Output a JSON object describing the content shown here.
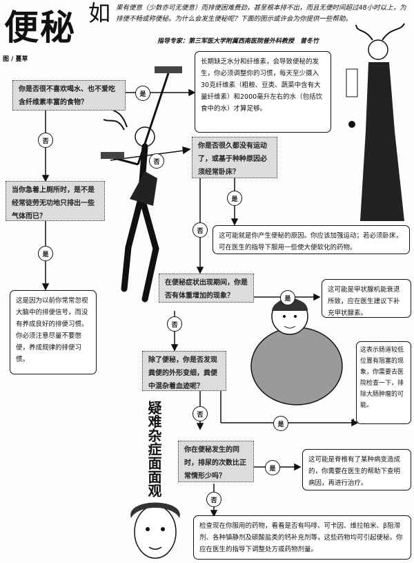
{
  "header": {
    "title": "便秘",
    "credit": "图 / 蔓草",
    "intro_big_char": "如",
    "intro_text": "果有便意（少数亦可无便意）而排便困难费劲，甚至根本排不出，而且无便时间超过48小时以上，为排便不畅或称便秘。为什么会发生便秘呢？下面的图示或许会为你提供一些帮助。",
    "expert": "指导专家：第三军医大学附属西南医院普外科教授　曾冬竹"
  },
  "questions": {
    "q1": "你是否很不喜欢喝水、也不爱吃含纤维素丰富的食物？",
    "q2": "当你急着上厕所时，是不是经常徒劳无功地只排出一些气体而已？",
    "q3": "你是否很久都没有运动了，或基于种种原因必须经常卧床？",
    "q4": "在便秘症状出现期间，你是否有体重增加的现象？",
    "q5": "除了便秘，你是否发现粪便的外形变细，粪便中混杂着血迹呢？",
    "q6": "你在便秘发生的同时，排尿的次数比正常情形少吗？"
  },
  "answers": {
    "a1": "长期缺乏水分和纤维素，会导致便秘的发生，你必须调整你的习惯，每天至少摄入30克纤维素（粗粮、豆类、蔬菜中含有大量纤维素）和2000毫升左右的水（包括饮食中的水）才算足够。",
    "a2": "这是因为以前你常常忽视大脑中的排便信号，而没有养成良好的排便习惯。你必须注意尽量不要憋便，养成规律的排便习惯。",
    "a3": "这可能就是你产生便秘的原因。你应该加强运动；若必须卧床，可在医生的指导下服用一些使大便软化的药物。",
    "a4": "这可能是甲状腺机能衰退所致，应在医生建议下补充甲状腺素。",
    "a5": "这表示肠道较低位置有阻塞的现象，你需要去医院检查一下，排除大肠肿瘤的可能。",
    "a6": "这可能是脊椎有了某种病变造成的，你需要在医生的帮助下查明病因，再进行治疗。",
    "a7": "检查现在你服用的药物，看看是否有吗啡、可卡因、维拉帕米、β阻滞剂、各种镇静剂及碳酸盐类的钙补充剂等，这些药物均可引起便秘。你应在医生的指导下调整处方或药物剂量。"
  },
  "labels": {
    "yes": "是",
    "no": "否",
    "calligraphy": "疑难杂症面面观"
  }
}
